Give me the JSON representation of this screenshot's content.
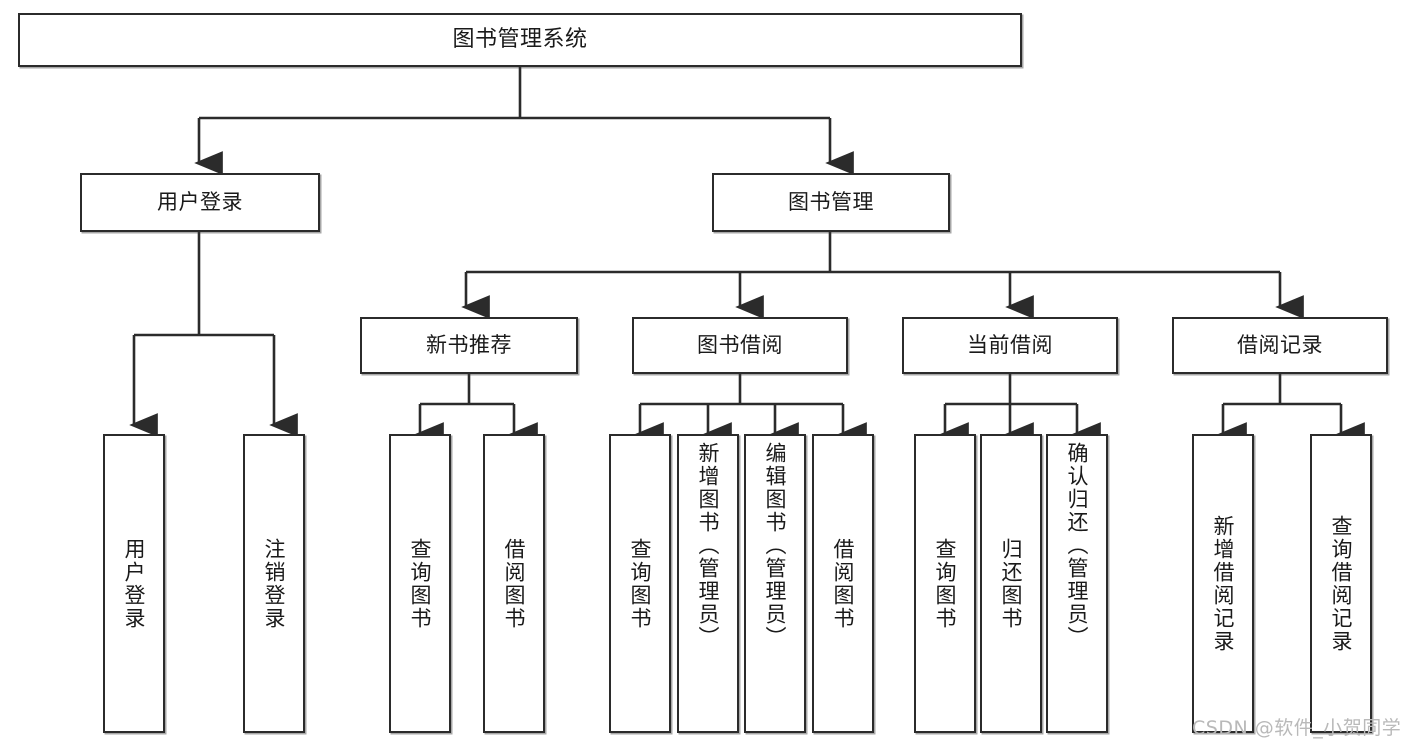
{
  "diagram": {
    "title": "图书管理系统",
    "type": "tree",
    "stroke_color": "#2b2b2b",
    "background_color": "#ffffff",
    "text_color": "#1a1a1a",
    "nodes": {
      "root": {
        "label": "图书管理系统"
      },
      "level2": [
        {
          "id": "user-login",
          "label": "用户登录"
        },
        {
          "id": "book-management",
          "label": "图书管理"
        }
      ],
      "level3": [
        {
          "id": "new-book-recommend",
          "label": "新书推荐"
        },
        {
          "id": "book-borrow",
          "label": "图书借阅"
        },
        {
          "id": "current-borrow",
          "label": "当前借阅"
        },
        {
          "id": "borrow-record",
          "label": "借阅记录"
        }
      ],
      "leaves": {
        "user_login": [
          {
            "id": "leaf-user-login",
            "label": "用户登录"
          },
          {
            "id": "leaf-logout",
            "label": "注销登录"
          }
        ],
        "new_book_recommend": [
          {
            "id": "leaf-query-book-1",
            "label": "查询图书"
          },
          {
            "id": "leaf-borrow-book-1",
            "label": "借阅图书"
          }
        ],
        "book_borrow": [
          {
            "id": "leaf-query-book-2",
            "label": "查询图书"
          },
          {
            "id": "leaf-add-book",
            "label": "新增图书（管理员）"
          },
          {
            "id": "leaf-edit-book",
            "label": "编辑图书（管理员）"
          },
          {
            "id": "leaf-borrow-book-2",
            "label": "借阅图书"
          }
        ],
        "current_borrow": [
          {
            "id": "leaf-query-book-3",
            "label": "查询图书"
          },
          {
            "id": "leaf-return-book",
            "label": "归还图书"
          },
          {
            "id": "leaf-confirm-return",
            "label": "确认归还（管理员）"
          }
        ],
        "borrow_record": [
          {
            "id": "leaf-add-record",
            "label": "新增借阅记录"
          },
          {
            "id": "leaf-query-record",
            "label": "查询借阅记录"
          }
        ]
      }
    }
  },
  "watermark": {
    "text": "CSDN @软件_小贺同学",
    "color": "#b9b9b9"
  }
}
